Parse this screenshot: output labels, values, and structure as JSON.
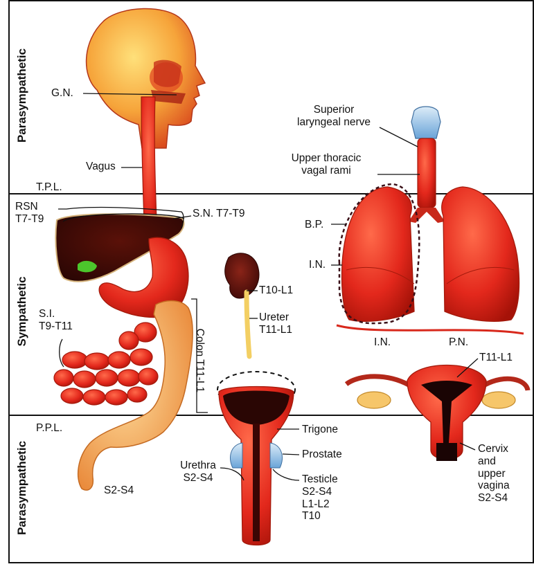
{
  "sections": {
    "top": "Parasympathetic",
    "middle": "Sympathetic",
    "bottom": "Parasympathetic"
  },
  "labels": {
    "gn": "G.N.",
    "vagus": "Vagus",
    "tpl": "T.P.L.",
    "superior_laryngeal": [
      "Superior",
      "laryngeal nerve"
    ],
    "upper_thoracic": [
      "Upper thoracic",
      "vagal rami"
    ],
    "rsn": [
      "RSN",
      "T7-T9"
    ],
    "sn": "S.N. T7-T9",
    "bp": "B.P.",
    "in_upper": "I.N.",
    "t10l1": "T10-L1",
    "ureter": [
      "Ureter",
      "T11-L1"
    ],
    "si": [
      "S.I.",
      "T9-T11"
    ],
    "colon": "Colon T11-L1",
    "in_lower": "I.N.",
    "pn": "P.N.",
    "t11l1": "T11-L1",
    "ppl": "P.P.L.",
    "s2s4": "S2-S4",
    "trigone": "Trigone",
    "prostate": "Prostate",
    "urethra": [
      "Urethra",
      "S2-S4"
    ],
    "testicle": [
      "Testicle",
      "S2-S4",
      "L1-L2",
      "T10"
    ],
    "cervix": [
      "Cervix",
      "and",
      "upper",
      "vagina",
      "S2-S4"
    ]
  },
  "icons": [
    "head-icon",
    "trachea-icon",
    "lungs-icon",
    "liver-icon",
    "stomach-icon",
    "kidney-icon",
    "intestine-icon",
    "colon-icon",
    "uterus-icon",
    "bladder-icon"
  ],
  "colors": {
    "organ_red": "#e0281e",
    "organ_dark": "#7a1008",
    "colon_orange": "#f3a14a",
    "head_orange": "#f08a2a",
    "liver_dark": "#4a0c06",
    "prostate_blue": "#9cc4e6",
    "gallbladder_green": "#4cc62c"
  }
}
